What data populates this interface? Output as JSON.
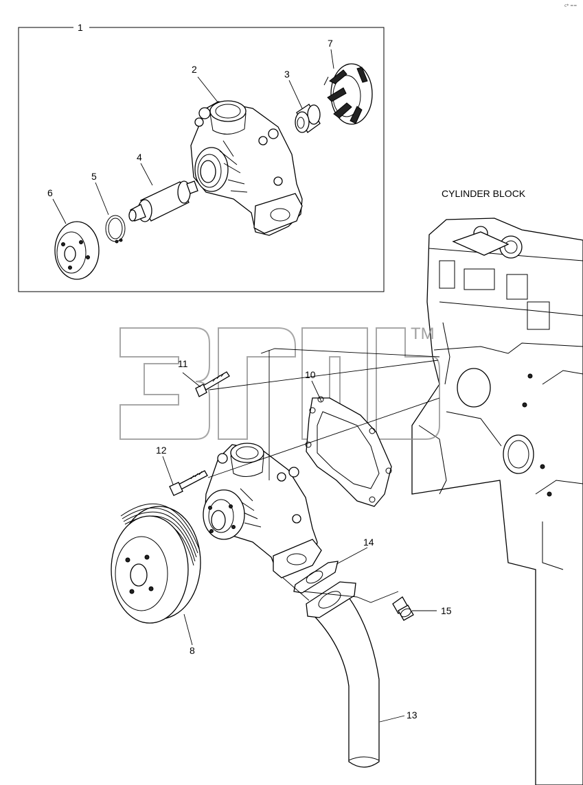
{
  "corner_mark": "c* ==",
  "block_label": "CYLINDER BLOCK",
  "watermark": {
    "tm": "TM"
  },
  "callouts": {
    "c1": "1",
    "c2": "2",
    "c3": "3",
    "c4": "4",
    "c5": "5",
    "c6": "6",
    "c7": "7",
    "c8": "8",
    "c10": "10",
    "c11": "11",
    "c12": "12",
    "c13": "13",
    "c14": "14",
    "c15": "15"
  }
}
